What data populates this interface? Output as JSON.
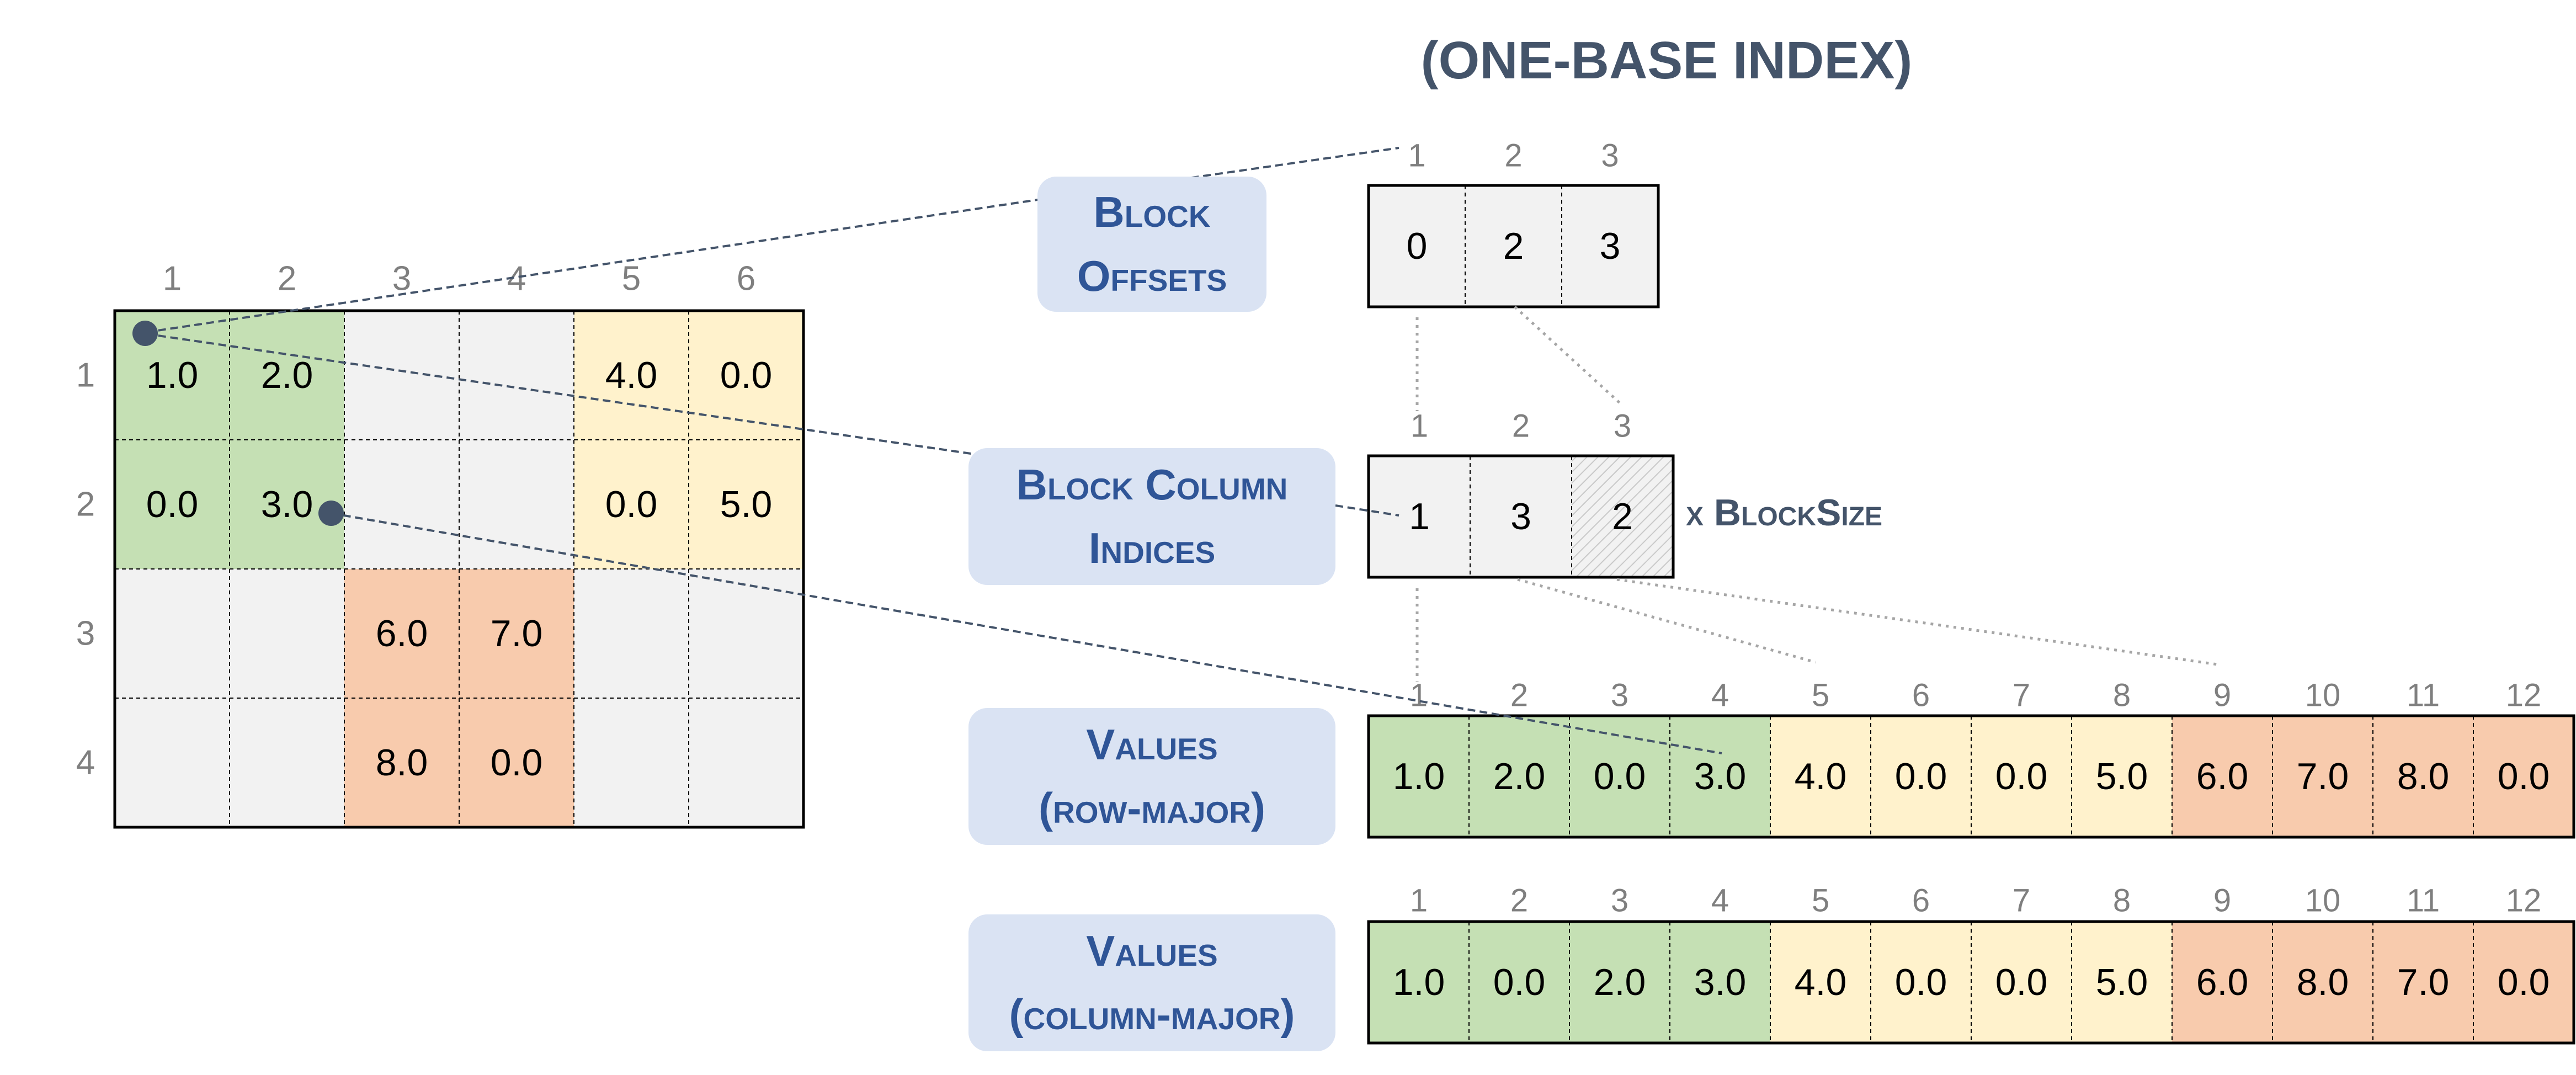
{
  "title": "(ONE-BASE INDEX)",
  "matrix": {
    "col_indices": [
      "1",
      "2",
      "3",
      "4",
      "5",
      "6"
    ],
    "row_indices": [
      "1",
      "2",
      "3",
      "4"
    ],
    "cells": [
      [
        "1.0",
        "2.0",
        "",
        "",
        "4.0",
        "0.0"
      ],
      [
        "0.0",
        "3.0",
        "",
        "",
        "0.0",
        "5.0"
      ],
      [
        "",
        "",
        "6.0",
        "7.0",
        "",
        ""
      ],
      [
        "",
        "",
        "8.0",
        "0.0",
        "",
        ""
      ]
    ],
    "block_colors": [
      [
        "green",
        "green",
        "gray",
        "gray",
        "yellow",
        "yellow"
      ],
      [
        "green",
        "green",
        "gray",
        "gray",
        "yellow",
        "yellow"
      ],
      [
        "gray",
        "gray",
        "orange",
        "orange",
        "gray",
        "gray"
      ],
      [
        "gray",
        "gray",
        "orange",
        "orange",
        "gray",
        "gray"
      ]
    ]
  },
  "colors": {
    "green": "#c5e0b4",
    "yellow": "#fff2cc",
    "orange": "#f8cbad",
    "gray": "#f2f2f2",
    "label_bg": "#dae3f3",
    "label_text": "#2f5597",
    "connector": "#44546a",
    "index_text": "#7f7f7f"
  },
  "labels": {
    "block_offsets": [
      "Block",
      "Offsets"
    ],
    "block_column_indices": [
      "Block Column",
      "Indices"
    ],
    "values_row_major": [
      "Values",
      "(row-major)"
    ],
    "values_column_major": [
      "Values",
      "(column-major)"
    ]
  },
  "block_offsets": {
    "indices": [
      "1",
      "2",
      "3"
    ],
    "values": [
      "0",
      "2",
      "3"
    ]
  },
  "block_column_indices": {
    "indices": [
      "1",
      "2",
      "3"
    ],
    "values": [
      "1",
      "3",
      "2"
    ],
    "hatched": [
      false,
      false,
      true
    ],
    "suffix": "x BlockSize"
  },
  "values_row_major": {
    "indices": [
      "1",
      "2",
      "3",
      "4",
      "5",
      "6",
      "7",
      "8",
      "9",
      "10",
      "11",
      "12"
    ],
    "values": [
      "1.0",
      "2.0",
      "0.0",
      "3.0",
      "4.0",
      "0.0",
      "0.0",
      "5.0",
      "6.0",
      "7.0",
      "8.0",
      "0.0"
    ],
    "colors": [
      "green",
      "green",
      "green",
      "green",
      "yellow",
      "yellow",
      "yellow",
      "yellow",
      "orange",
      "orange",
      "orange",
      "orange"
    ]
  },
  "values_column_major": {
    "indices": [
      "1",
      "2",
      "3",
      "4",
      "5",
      "6",
      "7",
      "8",
      "9",
      "10",
      "11",
      "12"
    ],
    "values": [
      "1.0",
      "0.0",
      "2.0",
      "3.0",
      "4.0",
      "0.0",
      "0.0",
      "5.0",
      "6.0",
      "8.0",
      "7.0",
      "0.0"
    ],
    "colors": [
      "green",
      "green",
      "green",
      "green",
      "yellow",
      "yellow",
      "yellow",
      "yellow",
      "orange",
      "orange",
      "orange",
      "orange"
    ]
  }
}
